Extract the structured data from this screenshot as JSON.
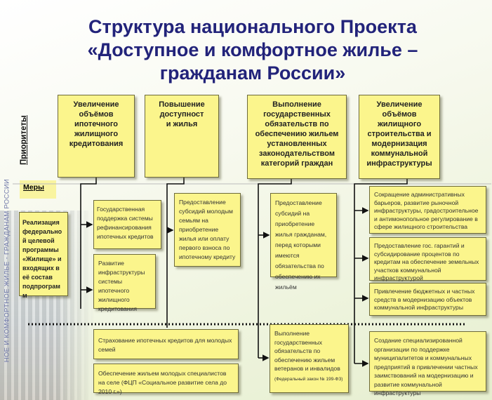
{
  "title": "Структура национального Проекта «Доступное и комфортное жилье – гражданам России»",
  "side_text": "НОЕ И КОМФОРТНОЕ ЖИЛЬЕ - ГРАЖДАНАМ РОССИИ",
  "labels": {
    "priorities": "Приоритеты",
    "measures": "Меры"
  },
  "program": "Реализация федеральной целевой программы «Жилище» и входящих в её состав подпрограмм",
  "priorities": [
    "Увеличение объёмов ипотечного жилищного кредитования",
    "Повышение доступности жилья",
    "Выполнение государственных обязательств по обеспечению жильем установленных законодательством категорий граждан",
    "Увеличение объёмов жилищного строительства и модернизация коммунальной инфраструктуры"
  ],
  "measures": [
    "Государственная поддержка системы рефинансирования ипотечных кредитов",
    "Развитие инфраструктуры системы ипотечного жилищного кредитования",
    "Предоставление субсидий молодым семьям на приобретение жилья или оплату первого взноса по ипотечному кредиту",
    "Предоставление субсидий на приобретение жилья гражданам, перед которыми имеются обязательства по обеспечению их жильём",
    "Сокращение административных барьеров, развитие рыночной инфраструктуры, градостроительное и антимонопольное регулирование в сфере жилищного строительства",
    "Предоставление гос. гарантий и субсидирование процентов по кредитам на обеспечение земельных участков коммунальной инфраструктурой",
    "Привлечение бюджетных и частных средств в модернизацию объектов коммунальной инфраструктуры"
  ],
  "extra_measures": [
    "Страхование ипотечных кредитов для молодых семей",
    "Обеспечение жильем молодых специалистов на селе (ФЦП «Социальное развитие села до 2010 г.»)",
    "Выполнение государственных обязательств по обеспечению жильем ветеранов и инвалидов",
    "Создание специализированной организации по поддержке муниципалитетов и коммунальных предприятий в привлечении частных заимствований на модернизацию и развитие коммунальной инфраструктуры"
  ],
  "law_note": "(Федеральный закон № 199-ФЗ)",
  "colors": {
    "box": "#fbf58c",
    "title": "#22237a"
  }
}
